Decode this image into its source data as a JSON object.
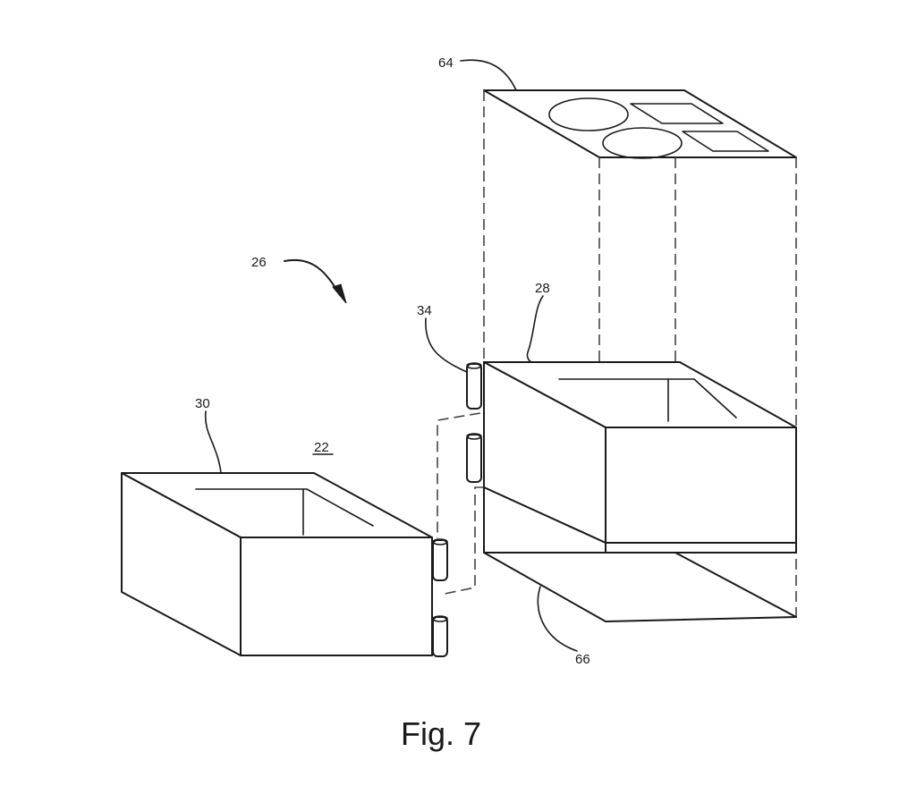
{
  "figure": {
    "caption": "Fig. 7",
    "labels": {
      "assembly": "26",
      "housing": "22",
      "lower_tray": "30",
      "upper_tray": "28",
      "hinge": "34",
      "top_panel": "64",
      "bottom_panel": "66"
    }
  }
}
